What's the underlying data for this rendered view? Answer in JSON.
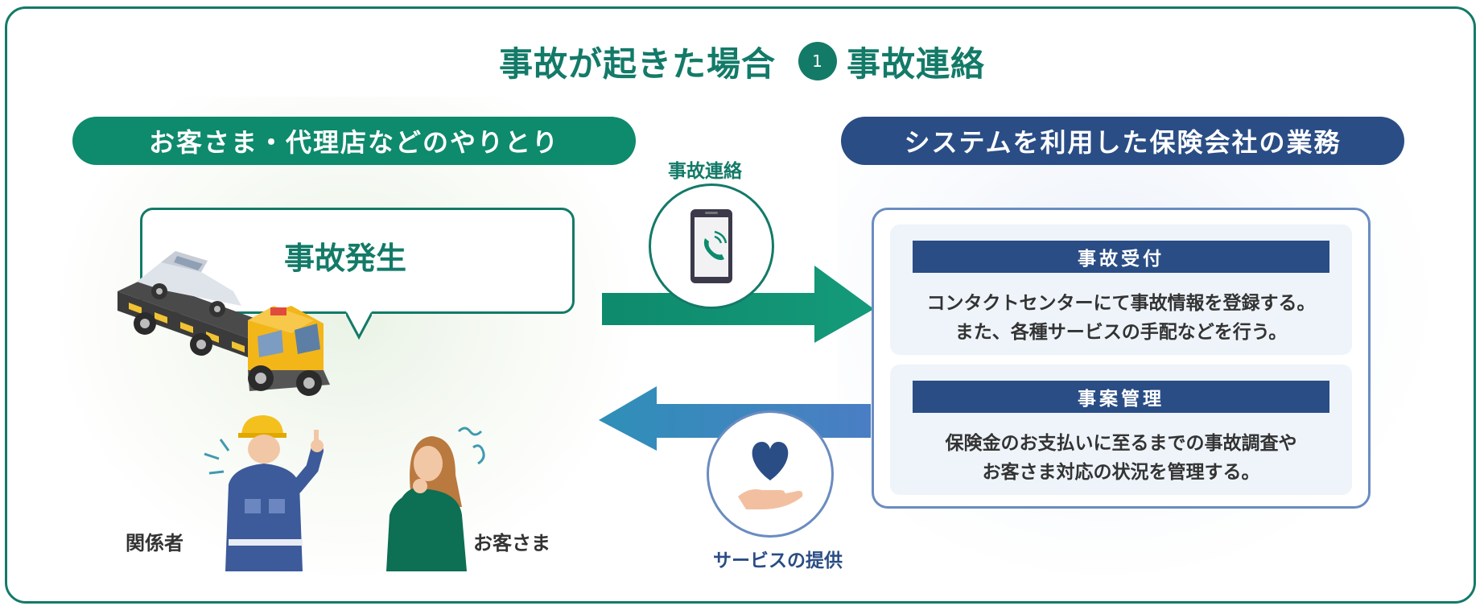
{
  "title": {
    "main": "事故が起きた場合",
    "step_number": "1",
    "step_label": "事故連絡"
  },
  "left_header": "お客さま・代理店などのやりとり",
  "right_header": "システムを利用した保険会社の業務",
  "bubble_text": "事故発生",
  "people": {
    "related_party": "関係者",
    "customer": "お客さま"
  },
  "flows": {
    "contact_label": "事故連絡",
    "service_label": "サービスの提供"
  },
  "cards": [
    {
      "title": "事故受付",
      "lines": [
        "コンタクトセンターにて事故情報を登録する。",
        "また、各種サービスの手配などを行う。"
      ]
    },
    {
      "title": "事案管理",
      "lines": [
        "保険金のお支払いに至るまでの事故調査や",
        "お客さま対応の状況を管理する。"
      ]
    }
  ],
  "colors": {
    "green": "#137a68",
    "green_pill": "#0e8a6c",
    "navy": "#2a4d85",
    "blue_border": "#6a8cc0",
    "card_bg": "#eef4fa"
  },
  "icons": [
    "phone-icon",
    "heart-hand-icon",
    "tow-truck-icon",
    "worker-icon",
    "customer-icon"
  ]
}
